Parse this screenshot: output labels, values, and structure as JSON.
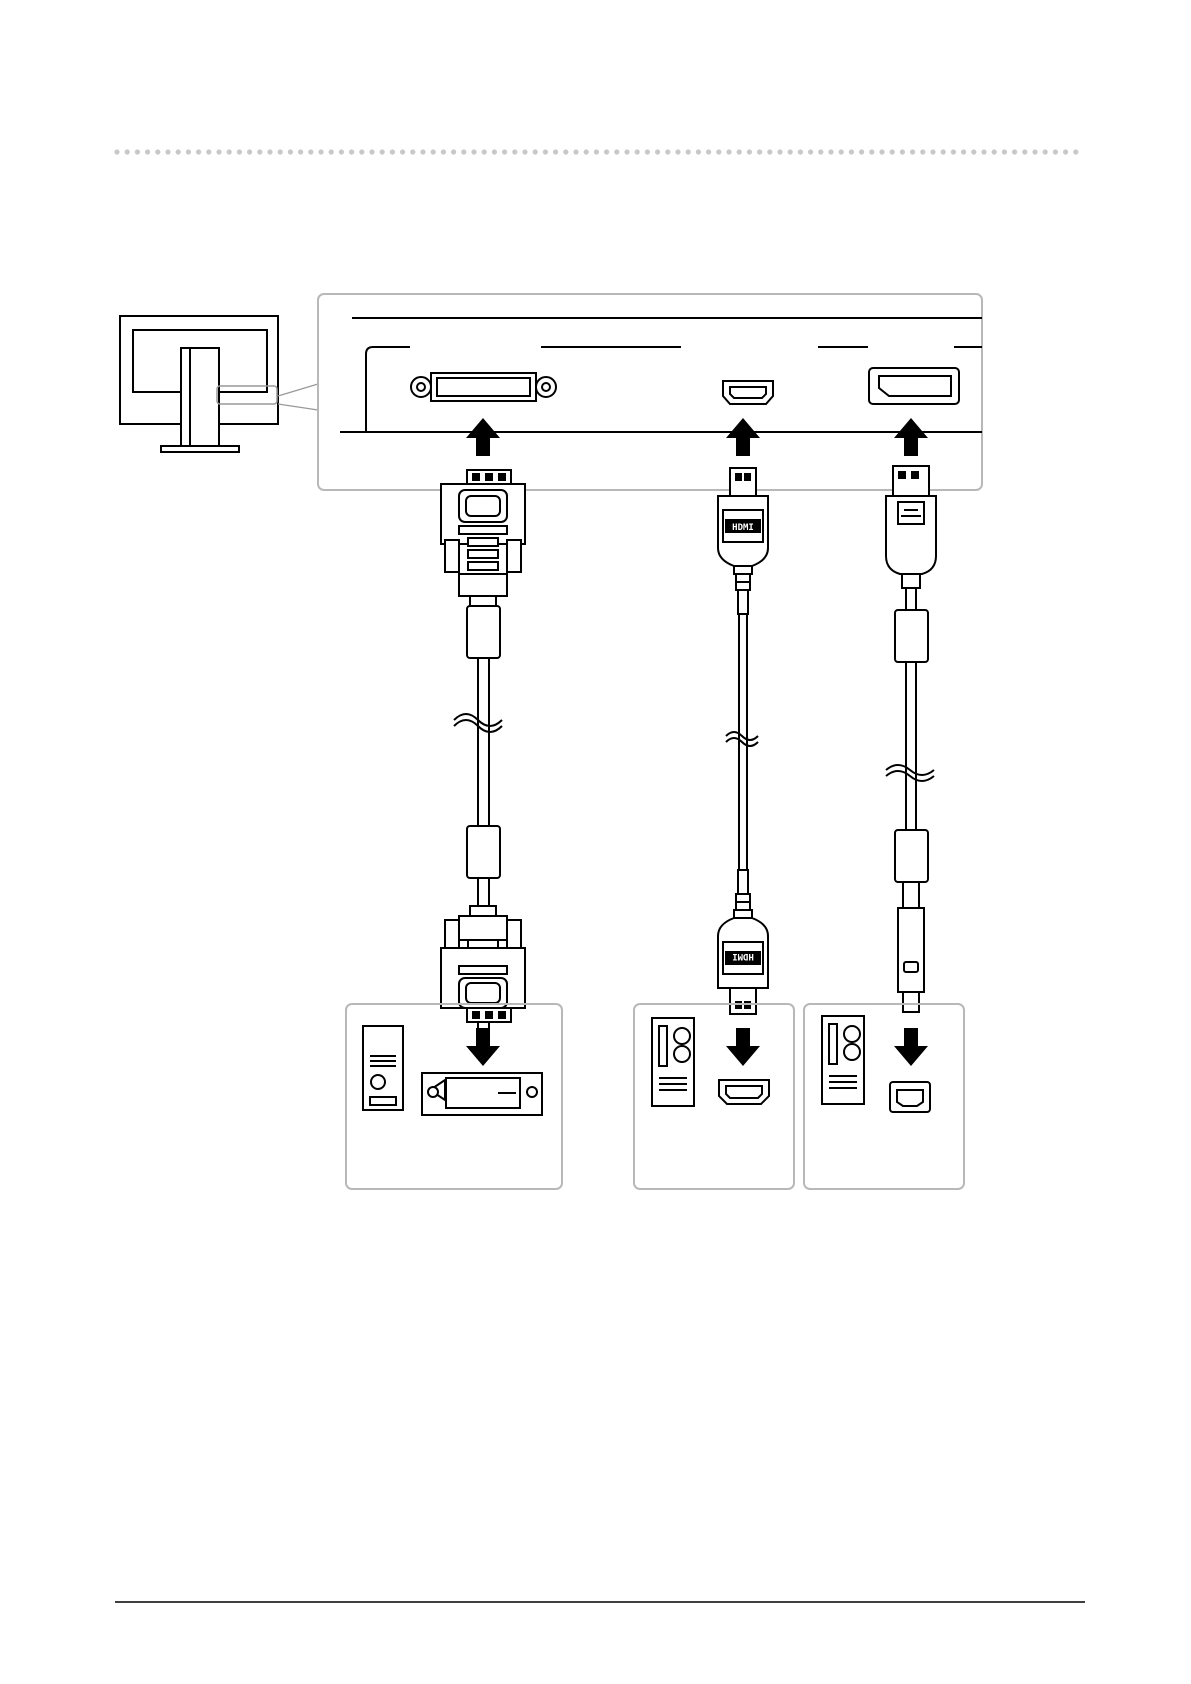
{
  "page": {
    "header_rule": "dotted",
    "footer_rule": "solid"
  },
  "connectors": {
    "hdmi_logo": "HDMI"
  },
  "colors": {
    "ink": "#000000",
    "panel_border": "#b8b8b8",
    "dots": "#c8c8c8",
    "background": "#ffffff"
  },
  "icons": [
    "monitor-icon",
    "dvi-port-icon",
    "hdmi-port-icon",
    "displayport-port-icon",
    "dvi-cable-icon",
    "hdmi-cable-icon",
    "displayport-cable-icon",
    "pc-tower-icon",
    "mini-displayport-port-icon",
    "arrow-up-icon",
    "arrow-down-icon",
    "ferrite-core-icon"
  ]
}
